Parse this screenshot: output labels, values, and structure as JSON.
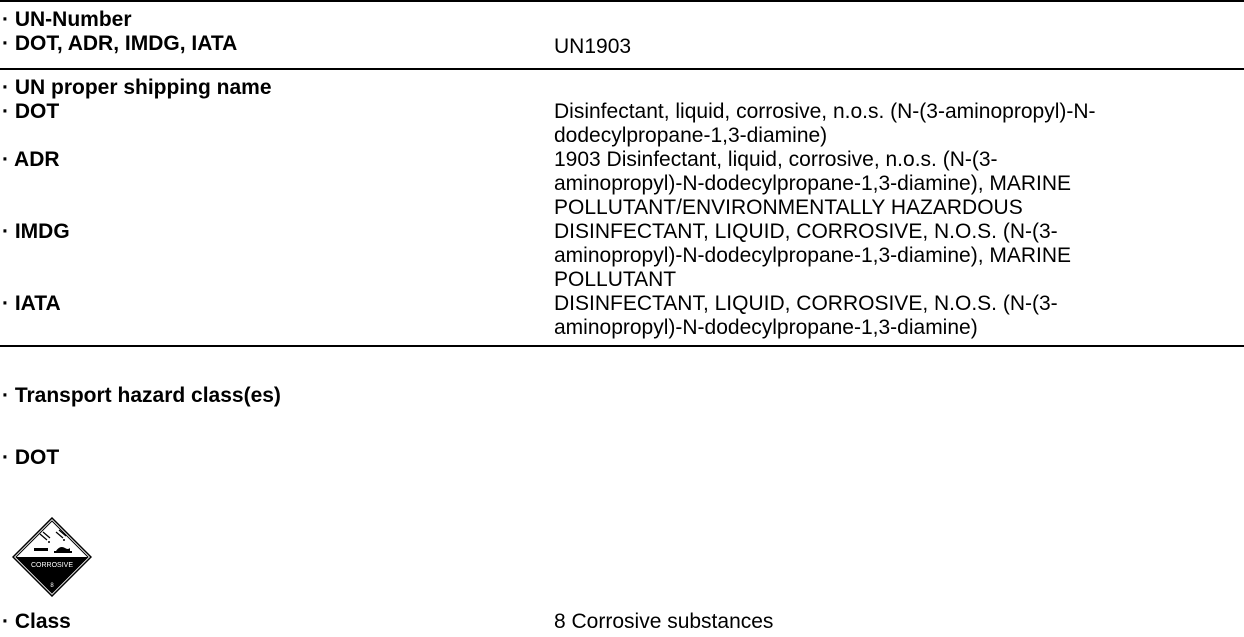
{
  "un_number": {
    "heading": "· UN-Number",
    "label": "· DOT, ADR, IMDG, IATA",
    "value": "UN1903"
  },
  "proper_shipping_name": {
    "heading": "· UN proper shipping name",
    "rows": [
      {
        "label": "· DOT",
        "lines": [
          "Disinfectant, liquid, corrosive, n.o.s. (N-(3-aminopropyl)-N-",
          "dodecylpropane-1,3-diamine)"
        ]
      },
      {
        "label": "· ADR",
        "lines": [
          "1903 Disinfectant, liquid, corrosive, n.o.s. (N-(3-",
          "aminopropyl)-N-dodecylpropane-1,3-diamine), MARINE",
          "POLLUTANT/ENVIRONMENTALLY HAZARDOUS"
        ]
      },
      {
        "label": "· IMDG",
        "lines": [
          "DISINFECTANT, LIQUID, CORROSIVE, N.O.S. (N-(3-",
          "aminopropyl)-N-dodecylpropane-1,3-diamine), MARINE",
          "POLLUTANT"
        ]
      },
      {
        "label": "· IATA",
        "lines": [
          "DISINFECTANT, LIQUID, CORROSIVE, N.O.S. (N-(3-",
          "aminopropyl)-N-dodecylpropane-1,3-diamine)"
        ]
      }
    ]
  },
  "transport_hazard": {
    "heading": "· Transport hazard class(es)",
    "dot_label": "· DOT",
    "pictogram": {
      "icon": "corrosive-diamond-icon",
      "text": "CORROSIVE",
      "class_number": "8"
    },
    "class_label": "· Class",
    "class_value": "8 Corrosive substances"
  }
}
